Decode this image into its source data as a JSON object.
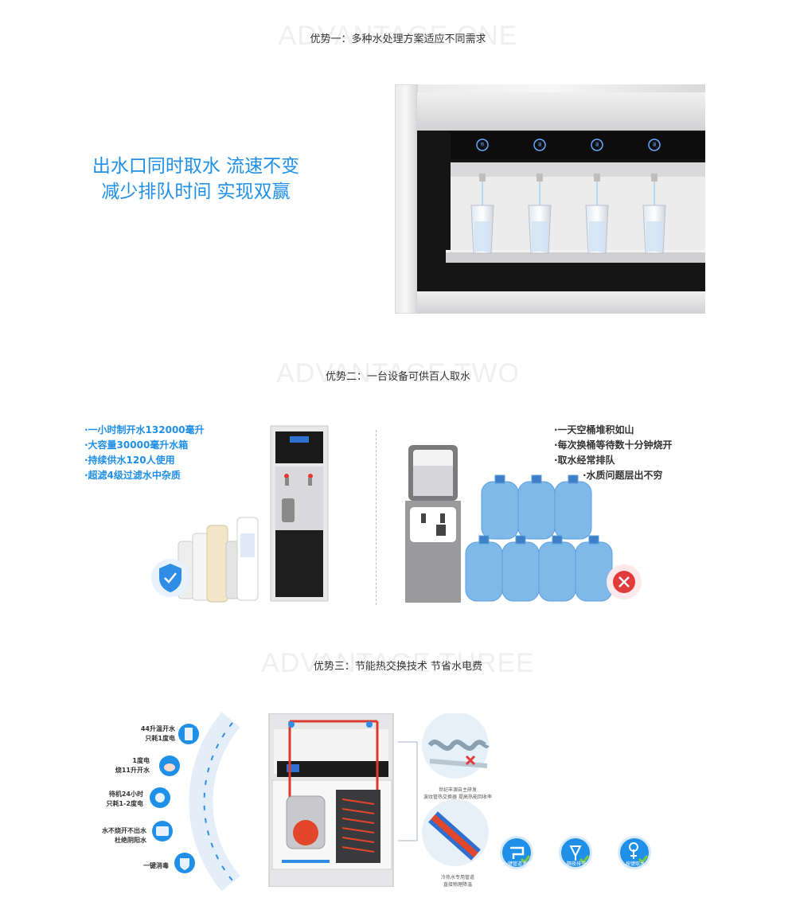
{
  "section1": {
    "bg_title": "ADVANTAGE ONE",
    "title": "优势一：多种水处理方案适应不同需求",
    "headline": [
      "出水口同时取水 流速不变",
      "减少排队时间 实现双赢"
    ],
    "buttons": [
      "热",
      "温",
      "温",
      "温"
    ],
    "accent": "#1f8fe8"
  },
  "section2": {
    "bg_title": "ADVANTAGE TWO",
    "title": "优势二：一台设备可供百人取水",
    "left_bullets": [
      "·一小时制开水132000毫升",
      "·大容量30000毫升水箱",
      "·持续供水120人使用",
      "·超滤4级过滤水中杂质"
    ],
    "right_bullets": [
      "·一天空桶堆积如山",
      "·每次换桶等待数十分钟烧开",
      "·取水经常排队",
      "·水质问题层出不穷"
    ]
  },
  "section3": {
    "bg_title": "ADVANTAGE THREE",
    "title": "优势三：节能热交换技术 节省水电费",
    "features": [
      [
        "44升温开水",
        "只耗1度电"
      ],
      [
        "1度电",
        "烧11升开水"
      ],
      [
        "待机24小时",
        "只耗1-2度电"
      ],
      [
        "水不烧开不出水",
        "杜绝阴阳水"
      ],
      [
        "一键消毒"
      ]
    ],
    "callout1": [
      "世纪丰源自主研发",
      "波纹管热交换器 提高热能回收率"
    ],
    "callout2": [
      "冷热水专用管道",
      "直接物理降温"
    ],
    "badges": [
      "一键管道消毒",
      "隔夜排空",
      "按键取水"
    ]
  }
}
